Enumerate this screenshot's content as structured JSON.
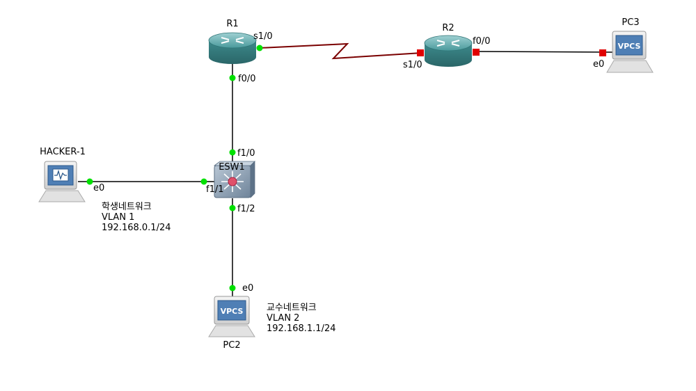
{
  "nodes": {
    "r1": {
      "name": "R1"
    },
    "r2": {
      "name": "R2"
    },
    "pc3": {
      "name": "PC3",
      "screen_text": "VPCS"
    },
    "hacker": {
      "name": "HACKER-1"
    },
    "esw1": {
      "name": "ESW1"
    },
    "pc2": {
      "name": "PC2",
      "screen_text": "VPCS"
    }
  },
  "ports": {
    "r1_s10": "s1/0",
    "r1_f00": "f0/0",
    "r2_s10": "s1/0",
    "r2_f00": "f0/0",
    "pc3_e0": "e0",
    "esw_f10": "f1/0",
    "esw_f11": "f1/1",
    "esw_f12": "f1/2",
    "hacker_e0": "e0",
    "pc2_e0": "e0"
  },
  "notes": {
    "student": [
      "학생네트워크",
      "VLAN 1",
      "192.168.0.1/24"
    ],
    "faculty": [
      "교수네트워크",
      "VLAN 2",
      "192.168.1.1/24"
    ]
  },
  "colors": {
    "link_up": "#00e000",
    "link_down": "#e00000",
    "serial_link": "#7a0000",
    "router_body": "#3e8e90",
    "switch_body": "#7f93a8"
  }
}
